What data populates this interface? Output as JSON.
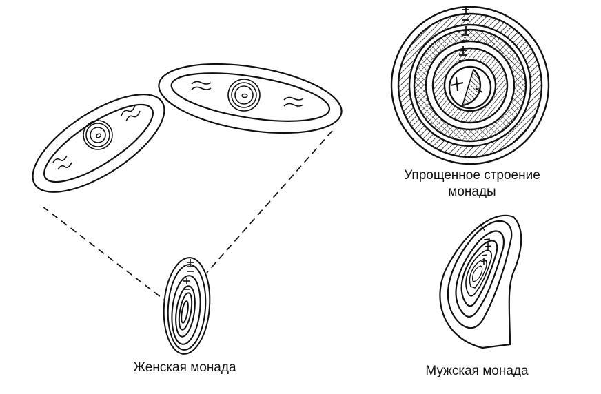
{
  "labels": {
    "simplified_structure_line1": "Упрощенное строение",
    "simplified_structure_line2": "монады",
    "female_monad": "Женская монада",
    "male_monad": "Мужская монада"
  },
  "symbols": {
    "plus": "+",
    "minus": "−"
  },
  "colors": {
    "ink": "#111111",
    "background": "#ffffff"
  }
}
